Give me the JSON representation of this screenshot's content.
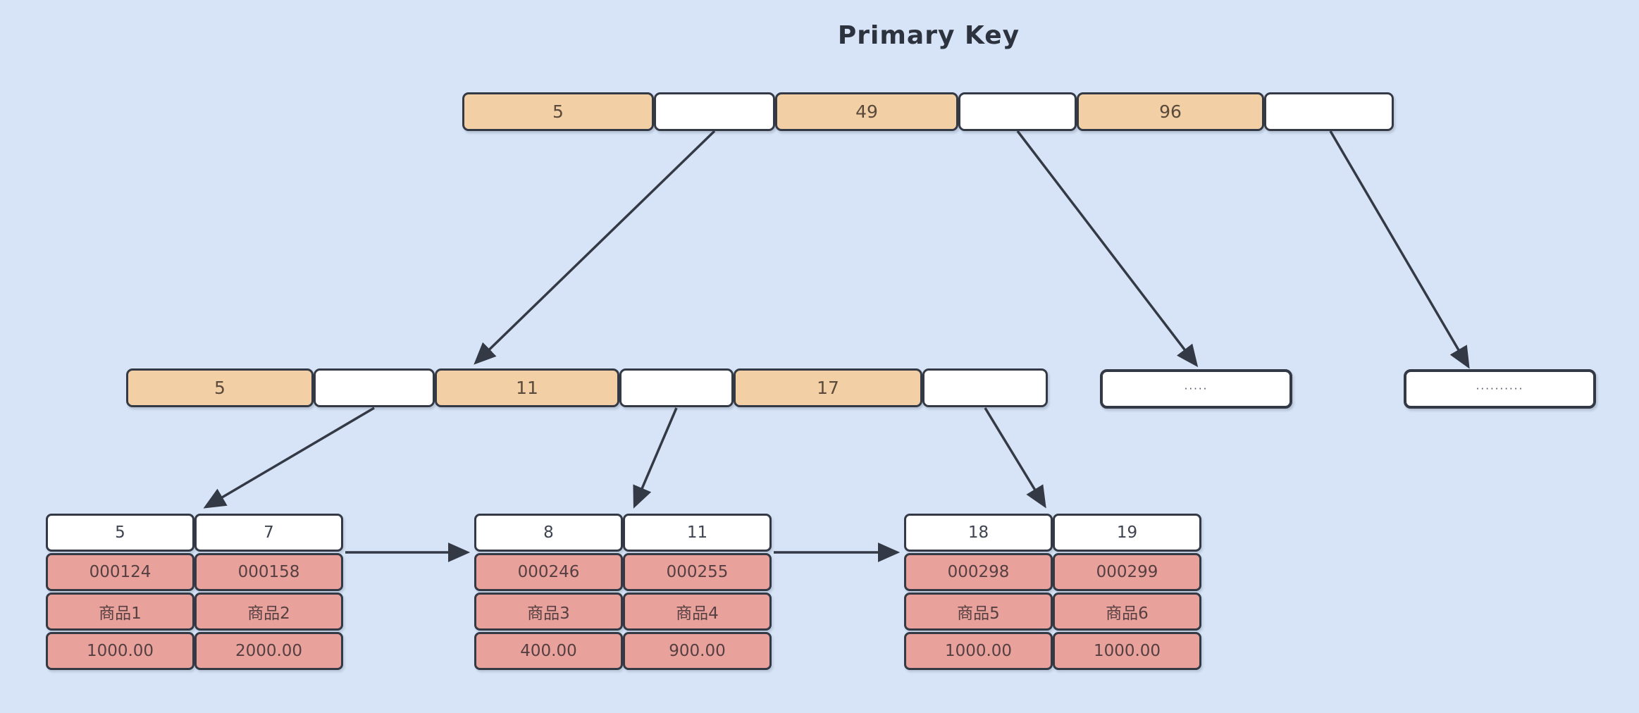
{
  "title": "Primary Key",
  "colors": {
    "bg": "#d7e4f7",
    "line": "#343a45",
    "key-fill": "#f2cfa4",
    "record-fill": "#e9a29b",
    "empty-fill": "#ffffff",
    "title-text": "#2d333e",
    "key-text": "#5a4a3c",
    "record-text": "#553f42",
    "header-text": "#3e4450",
    "dots-text": "#454e5a"
  },
  "root": {
    "k1": "5",
    "k2": "49",
    "k3": "96"
  },
  "internal": {
    "k1": "5",
    "k2": "11",
    "k3": "17"
  },
  "more": {
    "box1": "·····",
    "box2": "··········"
  },
  "leaves": [
    {
      "headers": [
        "5",
        "7"
      ],
      "rows": [
        [
          "000124",
          "000158"
        ],
        [
          "商品1",
          "商品2"
        ],
        [
          "1000.00",
          "2000.00"
        ]
      ]
    },
    {
      "headers": [
        "8",
        "11"
      ],
      "rows": [
        [
          "000246",
          "000255"
        ],
        [
          "商品3",
          "商品4"
        ],
        [
          "400.00",
          "900.00"
        ]
      ]
    },
    {
      "headers": [
        "18",
        "19"
      ],
      "rows": [
        [
          "000298",
          "000299"
        ],
        [
          "商品5",
          "商品6"
        ],
        [
          "1000.00",
          "1000.00"
        ]
      ]
    }
  ]
}
